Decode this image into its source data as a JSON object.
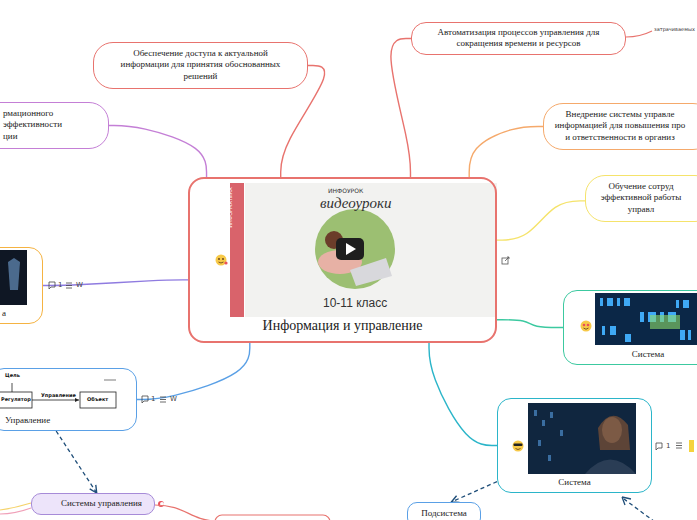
{
  "diagram": {
    "nodes": [
      {
        "text": [
          "Информация и управление"
        ]
      },
      {
        "text": [
          "Обеспечение доступа к актуальной информации для принятия обоснованных решений"
        ]
      },
      {
        "text": [
          "Автоматизация процессов управления для сокращения времени и ресурсов"
        ]
      },
      {
        "text": [
          "рмационного эффективности ции"
        ]
      },
      {
        "text": [
          "Внедрение системы управле информацией для повышения про и ответственности в организ"
        ]
      },
      {
        "text": [
          "Обучение сотруд эффективной работы управл"
        ]
      },
      {
        "text": [
          "а"
        ]
      },
      {
        "text": [
          "Система"
        ]
      },
      {
        "text": [
          "Управление"
        ]
      },
      {
        "text": [
          "Система"
        ]
      },
      {
        "text": [
          "Подсистема"
        ]
      },
      {
        "text": [
          "Системы управления"
        ]
      }
    ],
    "edges": [
      {
        "from": 0,
        "to": 1,
        "arrow": "none"
      },
      {
        "from": 0,
        "to": 2,
        "arrow": "none"
      },
      {
        "from": 0,
        "to": 3,
        "arrow": "none"
      },
      {
        "from": 0,
        "to": 4,
        "arrow": "none"
      },
      {
        "from": 0,
        "to": 5,
        "arrow": "none"
      },
      {
        "from": 0,
        "to": 6,
        "arrow": "none"
      },
      {
        "from": 0,
        "to": 7,
        "arrow": "none"
      },
      {
        "from": 0,
        "to": 8,
        "arrow": "none"
      },
      {
        "from": 0,
        "to": 9,
        "arrow": "none"
      },
      {
        "from": 9,
        "to": 10,
        "arrow": "to"
      },
      {
        "from": 8,
        "to": 11,
        "arrow": "to"
      }
    ],
    "labels": [
      "ИНФОРМАТИКА",
      "ИНФОУРОК",
      "видеоуроки",
      "10-11 класс",
      "затрачиваемых",
      "Цель",
      "Регулятор",
      "Управление",
      "Объект",
      "1",
      "W",
      "1",
      "W",
      "1"
    ]
  }
}
